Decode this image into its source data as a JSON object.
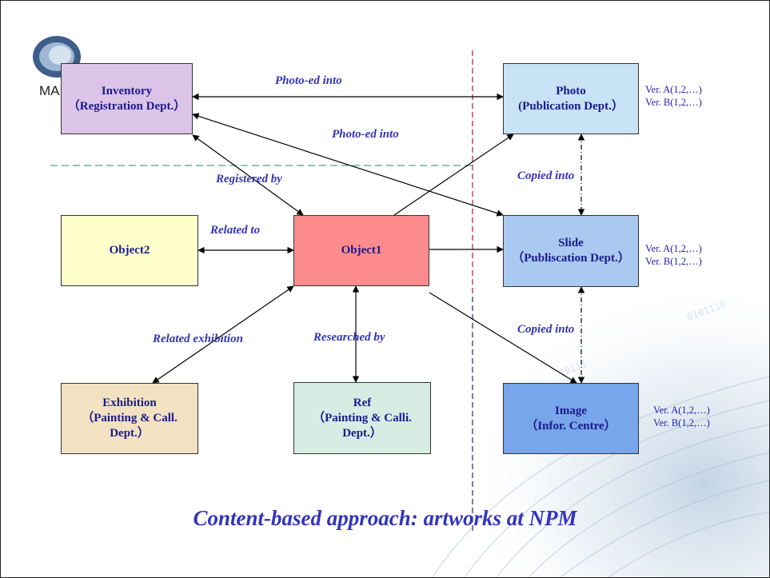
{
  "logo_text": "MA",
  "boxes": {
    "inventory": {
      "line1": "Inventory",
      "line2": "（Registration Dept.）",
      "color": "#dcc4e8"
    },
    "photo": {
      "line1": "Photo",
      "line2": "(Publication Dept.）",
      "color": "#c8e2f6"
    },
    "object2": {
      "line1": "Object2",
      "color": "#ffffcc"
    },
    "object1": {
      "line1": "Object1",
      "color": "#ff8c8c"
    },
    "slide": {
      "line1": "Slide",
      "line2": "（Publiscation Dept.）",
      "color": "#a9c9f0"
    },
    "exhibition": {
      "line1": "Exhibition",
      "line2": "（Painting & Call.",
      "line3": "Dept.）",
      "color": "#f2e2c2"
    },
    "ref": {
      "line1": "Ref",
      "line2": "（Painting & Calli.",
      "line3": "Dept.）",
      "color": "#d7ede3"
    },
    "image": {
      "line1": "Image",
      "line2": "（Infor. Centre）",
      "color": "#78a6ea"
    }
  },
  "labels": {
    "photo_ed_into_1": "Photo-ed into",
    "photo_ed_into_2": "Photo-ed into",
    "registered_by": "Registered by",
    "related_to": "Related to",
    "copied_into_1": "Copied into",
    "copied_into_2": "Copied into",
    "related_exhibition": "Related exhibition",
    "researched_by": "Researched by"
  },
  "versions": {
    "photo": [
      "Ver. A(1,2,…)",
      "Ver. B(1,2,…)"
    ],
    "slide": [
      "Ver. A(1,2,…)",
      "Ver. B(1,2,…)"
    ],
    "image": [
      "Ver. A(1,2,…)",
      "Ver. B(1,2,…)"
    ]
  },
  "title": "Content-based approach: artworks at NPM",
  "colors": {
    "arrow": "#000000",
    "label": "#3333bb",
    "green_dash": "#4aa87a",
    "red_dash": "#c0283c",
    "blue_dash": "#2a3a9a"
  }
}
